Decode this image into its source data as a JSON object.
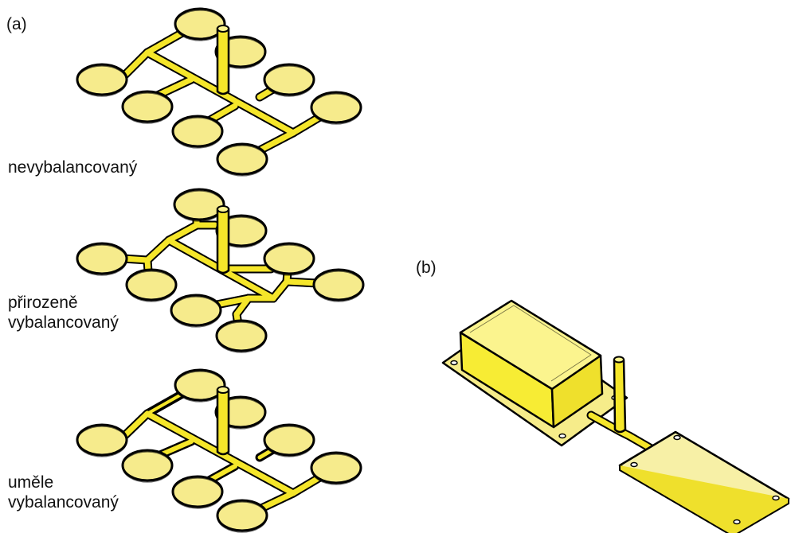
{
  "colors": {
    "disc_fill": "#f6eb8c",
    "runner_fill": "#f5e62a",
    "outline": "#000000",
    "background": "#ffffff",
    "box_top": "#fbf48e",
    "box_front": "#f7ec34",
    "box_side": "#efe02c",
    "plate": "#f7f0a6"
  },
  "labels": {
    "part_a": "(a)",
    "part_b": "(b)",
    "unbalanced": "nevybalancovaný",
    "naturally_balanced": "přirozeně\nvybalancovaný",
    "artificially_balanced": "uměle\nvybalancovaný"
  }
}
